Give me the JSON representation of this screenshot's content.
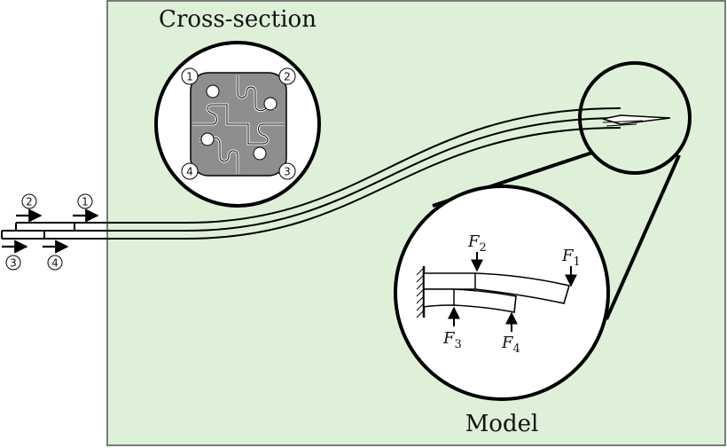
{
  "titles": {
    "cross_section": "Cross-section",
    "model": "Model"
  },
  "forces": [
    {
      "id": "F1",
      "symbol": "F",
      "sub": "1"
    },
    {
      "id": "F2",
      "symbol": "F",
      "sub": "2"
    },
    {
      "id": "F3",
      "symbol": "F",
      "sub": "3"
    },
    {
      "id": "F4",
      "symbol": "F",
      "sub": "4"
    }
  ],
  "quadrant_labels": [
    "1",
    "2",
    "3",
    "4"
  ],
  "colors": {
    "panel_fill": "#dff0d8",
    "panel_border": "#7a7a7a",
    "segment_fill": "#8e8e8e",
    "stroke": "#000000"
  }
}
